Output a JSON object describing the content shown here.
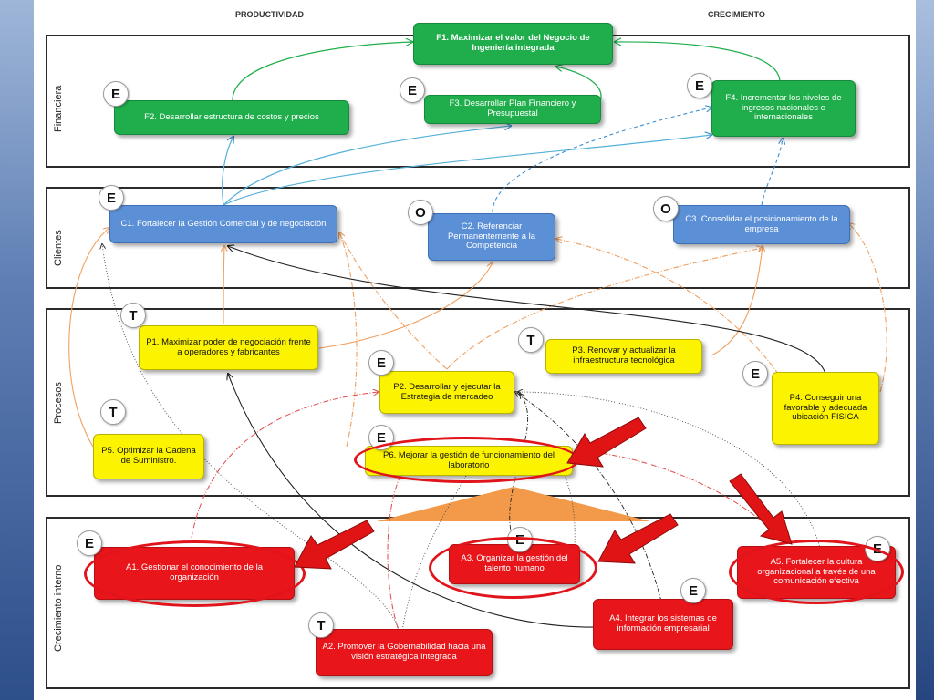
{
  "headers": {
    "left": "PRODUCTIVIDAD",
    "right": "CRECIMIENTO"
  },
  "perspectives": {
    "financiera": "Financiera",
    "clientes": "Clientes",
    "procesos": "Procesos",
    "crecimiento": "Crecimiento interno"
  },
  "nodes": {
    "f1": "F1. Maximizar el valor del Negocio de Ingeniería integrada",
    "f2": "F2. Desarrollar estructura de costos y precios",
    "f3": "F3.  Desarrollar Plan Financiero y Presupuestal",
    "f4": "F4. Incrementar los niveles de ingresos nacionales e internacionales",
    "c1": "C1. Fortalecer la Gestión Comercial y de negociación",
    "c2": "C2. Referenciar Permanentemente a la Competencia",
    "c3": "C3. Consolidar el posicionamiento de la empresa",
    "p1": "P1. Maximizar poder de negociación frente a operadores y fabricantes",
    "p2": "P2. Desarrollar y ejecutar la Estrategia de mercadeo",
    "p3": "P3. Renovar y actualizar la infraestructura tecnológica",
    "p4": "P4. Conseguir una favorable y adecuada ubicación FISICA",
    "p5": "P5. Optimizar la Cadena de Suministro.",
    "p6": "P6. Mejorar la gestión de funcionamiento del laboratorio",
    "a1": "A1. Gestionar el conocimiento de la organización",
    "a2": "A2. Promover la Gobernabilidad hacia una visión estratégica integrada",
    "a3": "A3. Organizar la gestión del talento humano",
    "a4": "A4. Integrar los sistemas de información empresarial",
    "a5": "A5. Fortalecer la cultura organizacional a través de una comunicación efectiva"
  },
  "badges": {
    "f2": "E",
    "f3": "E",
    "f4": "E",
    "c1": "E",
    "c2": "O",
    "c3": "O",
    "p1": "T",
    "p2": "E",
    "p3": "T",
    "p4": "E",
    "p5": "T",
    "p6": "E",
    "a1": "E",
    "a2": "T",
    "a3": "E",
    "a4": "E",
    "a5": "E"
  },
  "colors": {
    "financial": "#1fae4b",
    "clients": "#5b8fd6",
    "processes": "#fbf300",
    "growth": "#e8161b",
    "highlight": "#e0141a",
    "triangle": "#f29a4a"
  }
}
